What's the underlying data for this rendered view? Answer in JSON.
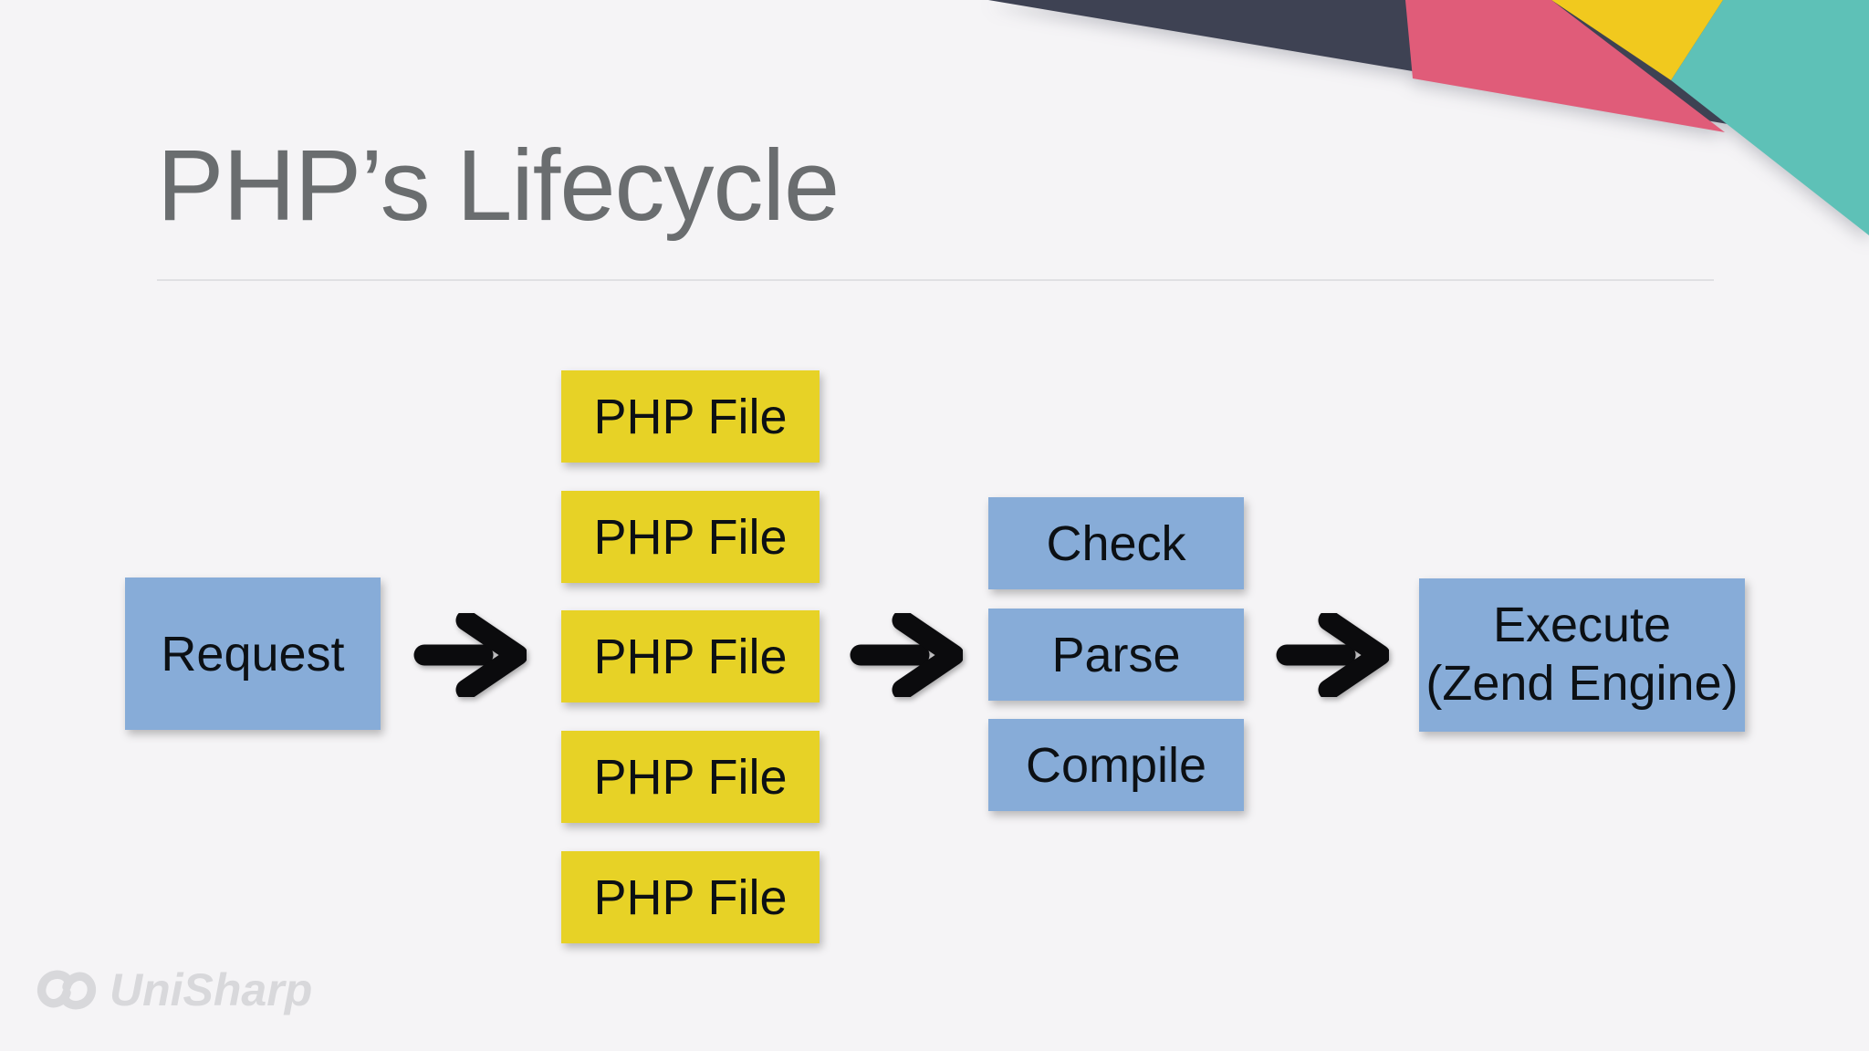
{
  "slide": {
    "title": "PHP’s Lifecycle"
  },
  "diagram": {
    "request_label": "Request",
    "php_files": [
      "PHP File",
      "PHP File",
      "PHP File",
      "PHP File",
      "PHP File"
    ],
    "pipeline_steps": [
      "Check",
      "Parse",
      "Compile"
    ],
    "execute_line1": "Execute",
    "execute_line2": "(Zend Engine)"
  },
  "footer": {
    "brand": "UniSharp"
  },
  "icons": {
    "arrows": [
      "right-arrow",
      "right-arrow",
      "right-arrow"
    ],
    "brand_mark": "infinity-loops"
  },
  "colors": {
    "background": "#f5f4f6",
    "title_text": "#6a6d6f",
    "divider": "#e0e0e3",
    "box_blue": "#87acd8",
    "box_yellow": "#e7d226",
    "box_text": "#0c1014",
    "arrow_black": "#0b0b0d",
    "corner_navy": "#3e4253",
    "corner_pink": "#e05c79",
    "corner_yellow": "#f1c91e",
    "corner_teal": "#5ec1b7",
    "brand_gray": "#d8d8db"
  }
}
